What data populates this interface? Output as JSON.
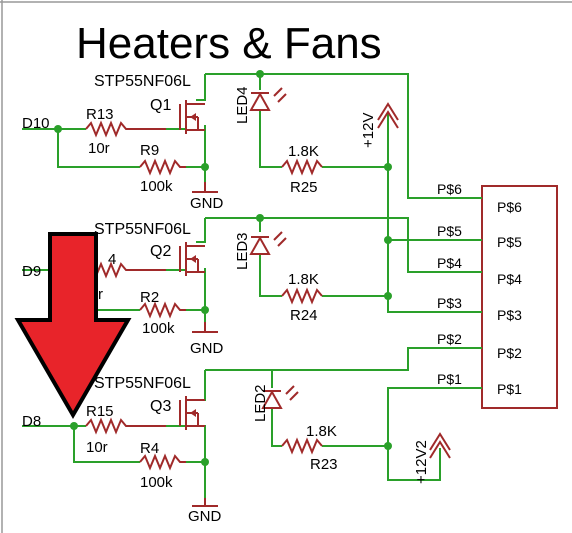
{
  "title": "Heaters & Fans",
  "colors": {
    "wire": "#2aa02a",
    "symbol": "#a02a2a",
    "arrow": "#e8242a",
    "text": "#000000"
  },
  "icons": [
    "mosfet-icon",
    "resistor-icon",
    "led-icon",
    "ground-icon",
    "power-arrow-icon",
    "connector-icon",
    "red-arrow-icon"
  ],
  "stages": [
    {
      "pin": "D10",
      "gate_res": "R13",
      "gate_val": "10r",
      "pd_res": "R9",
      "pd_val": "100k",
      "mosfet_part": "STP55NF06L",
      "mosfet": "Q1",
      "led": "LED4",
      "led_res_val": "1.8K",
      "led_res": "R25",
      "gnd": "GND"
    },
    {
      "pin": "D9",
      "gate_res": "4",
      "gate_val": "r",
      "pd_res": "R2",
      "pd_val": "100k",
      "mosfet_part": "STP55NF06L",
      "mosfet": "Q2",
      "led": "LED3",
      "led_res_val": "1.8K",
      "led_res": "R24",
      "gnd": "GND"
    },
    {
      "pin": "D8",
      "gate_res": "R15",
      "gate_val": "10r",
      "pd_res": "R4",
      "pd_val": "100k",
      "mosfet_part": "STP55NF06L",
      "mosfet": "Q3",
      "led": "LED2",
      "led_res_val": "1.8K",
      "led_res": "R23",
      "gnd": "GND"
    }
  ],
  "supply1": "+12V",
  "supply2": "+12V2",
  "connector": {
    "pins_inside": [
      "P$6",
      "P$5",
      "P$4",
      "P$3",
      "P$2",
      "P$1"
    ],
    "pins_outside": [
      "P$6",
      "P$5",
      "P$4",
      "P$3",
      "P$2",
      "P$1"
    ]
  }
}
